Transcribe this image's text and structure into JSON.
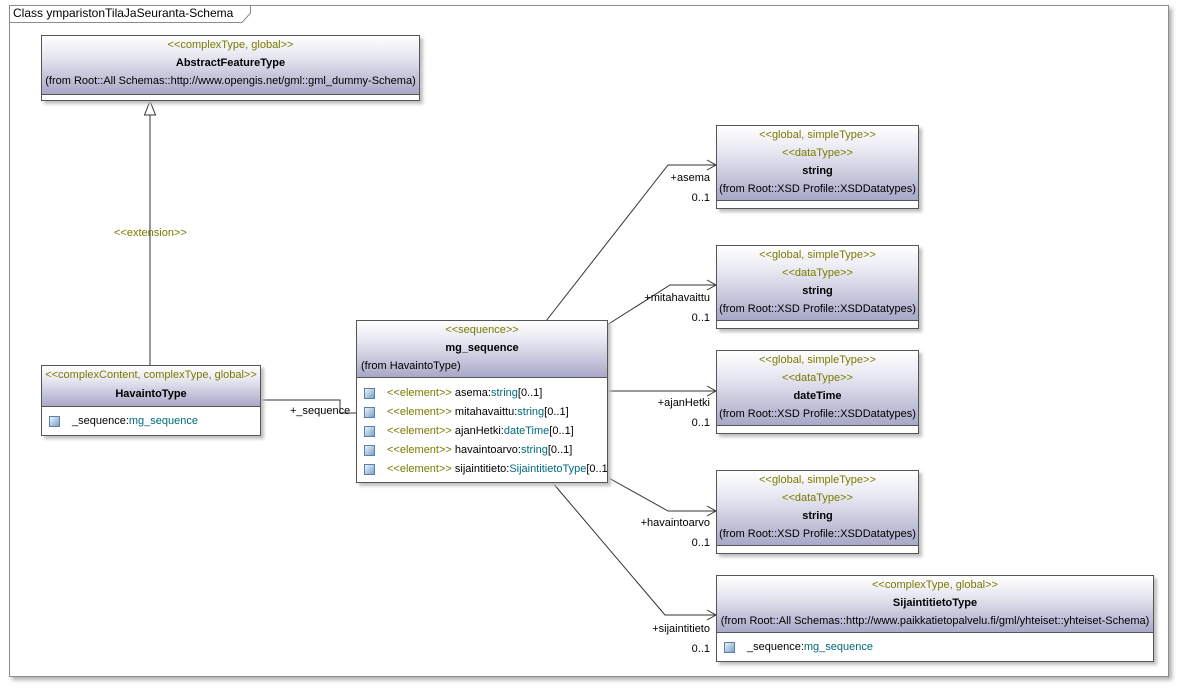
{
  "diagram": {
    "title": "Class ymparistonTilaJaSeuranta-Schema"
  },
  "classes": {
    "abstract_feature": {
      "stereotype": "<<complexType, global>>",
      "name": "AbstractFeatureType",
      "from": "(from Root::All Schemas::http://www.opengis.net/gml::gml_dummy-Schema)"
    },
    "havainto": {
      "stereotype": "<<complexContent, complexType, global>>",
      "name": "HavaintoType",
      "attributes": [
        {
          "name": "_sequence:",
          "type": "mg_sequence"
        }
      ]
    },
    "mg_sequence": {
      "stereotype": "<<sequence>>",
      "name": "mg_sequence",
      "from": "(from HavaintoType)",
      "attributes": [
        {
          "stereotype": "<<element>>",
          "name": " asema:",
          "type": "string",
          "mult": "[0..1]"
        },
        {
          "stereotype": "<<element>>",
          "name": " mitahavaittu:",
          "type": "string",
          "mult": "[0..1]"
        },
        {
          "stereotype": "<<element>>",
          "name": " ajanHetki:",
          "type": "dateTime",
          "mult": "[0..1]"
        },
        {
          "stereotype": "<<element>>",
          "name": " havaintoarvo:",
          "type": "string",
          "mult": "[0..1]"
        },
        {
          "stereotype": "<<element>>",
          "name": " sijaintitieto:",
          "type": "SijaintitietoType",
          "mult": "[0..1]"
        }
      ]
    },
    "string1": {
      "stereotype": "<<global, simpleType>>",
      "stereotype2": "<<dataType>>",
      "name": "string",
      "from": "(from Root::XSD Profile::XSDDatatypes)"
    },
    "string2": {
      "stereotype": "<<global, simpleType>>",
      "stereotype2": "<<dataType>>",
      "name": "string",
      "from": "(from Root::XSD Profile::XSDDatatypes)"
    },
    "datetime": {
      "stereotype": "<<global, simpleType>>",
      "stereotype2": "<<dataType>>",
      "name": "dateTime",
      "from": "(from Root::XSD Profile::XSDDatatypes)"
    },
    "string3": {
      "stereotype": "<<global, simpleType>>",
      "stereotype2": "<<dataType>>",
      "name": "string",
      "from": "(from Root::XSD Profile::XSDDatatypes)"
    },
    "sijaintitieto": {
      "stereotype": "<<complexType, global>>",
      "name": "SijaintitietoType",
      "from": "(from Root::All Schemas::http://www.paikkatietopalvelu.fi/gml/yhteiset::yhteiset-Schema)",
      "attributes": [
        {
          "name": "_sequence:",
          "type": "mg_sequence"
        }
      ]
    }
  },
  "links": {
    "extension_label": "<<extension>>",
    "sequence_role": "+_sequence",
    "roles": {
      "asema": {
        "role": "+asema",
        "mult": "0..1"
      },
      "mitahavaittu": {
        "role": "+mitahavaittu",
        "mult": "0..1"
      },
      "ajanHetki": {
        "role": "+ajanHetki",
        "mult": "0..1"
      },
      "havaintoarvo": {
        "role": "+havaintoarvo",
        "mult": "0..1"
      },
      "sijaintitieto": {
        "role": "+sijaintitieto",
        "mult": "0..1"
      }
    }
  }
}
